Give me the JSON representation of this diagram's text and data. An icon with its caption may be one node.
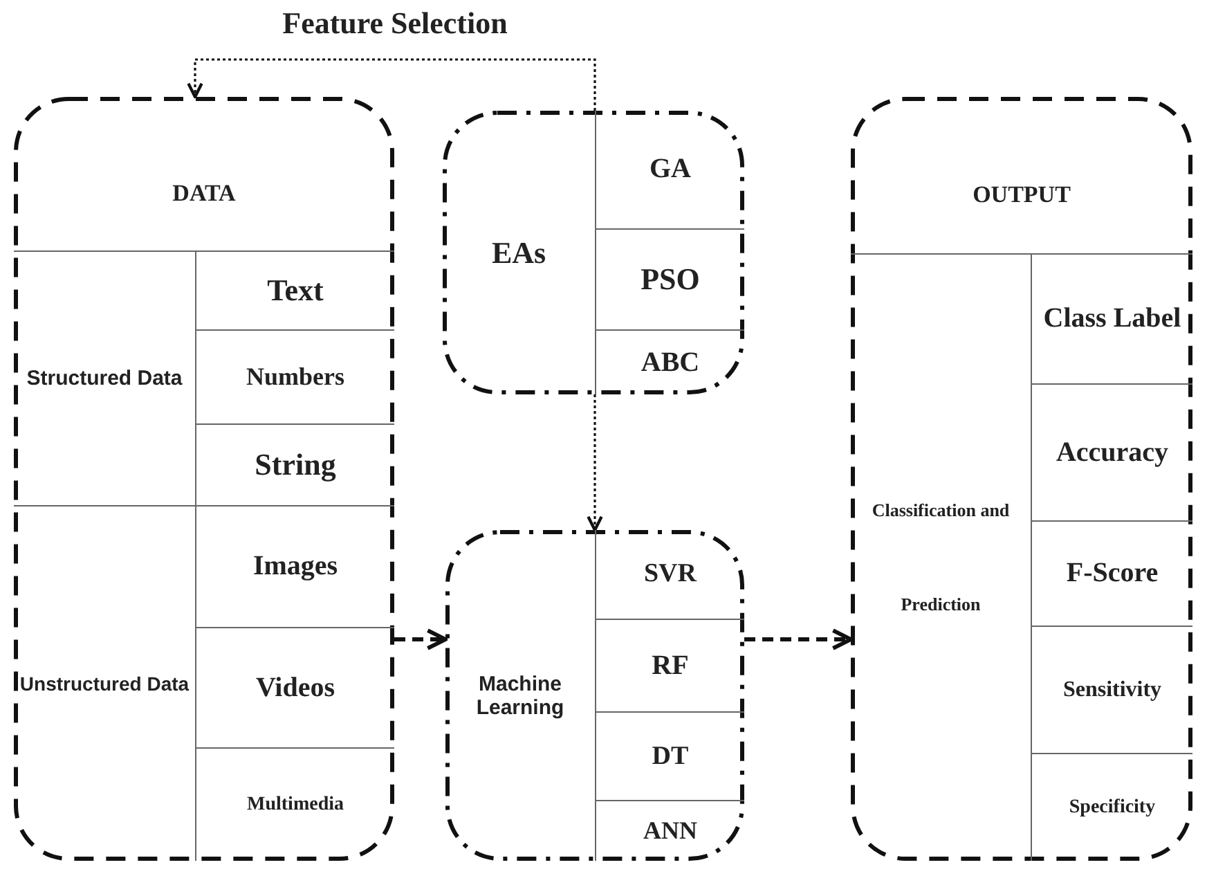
{
  "diagram": {
    "nodes": [
      {
        "text": [
          "DATA"
        ]
      },
      {
        "text": [
          "Structured Data"
        ],
        "in": 0
      },
      {
        "text": [
          "Text"
        ],
        "in": 0
      },
      {
        "text": [
          "Numbers"
        ],
        "in": 0
      },
      {
        "text": [
          "String"
        ],
        "in": 0
      },
      {
        "text": [
          "Unstructured Data"
        ],
        "in": 0
      },
      {
        "text": [
          "Images"
        ],
        "in": 0
      },
      {
        "text": [
          "Videos"
        ],
        "in": 0
      },
      {
        "text": [
          "Multimedia"
        ],
        "in": 0
      },
      {
        "text": [
          "EAs"
        ]
      },
      {
        "text": [
          "GA"
        ],
        "in": 9
      },
      {
        "text": [
          "PSO"
        ],
        "in": 9
      },
      {
        "text": [
          "ABC"
        ],
        "in": 9
      },
      {
        "text": [
          "Machine Learning"
        ]
      },
      {
        "text": [
          "SVR"
        ],
        "in": 13
      },
      {
        "text": [
          "RF"
        ],
        "in": 13
      },
      {
        "text": [
          "DT"
        ],
        "in": 13
      },
      {
        "text": [
          "ANN"
        ],
        "in": 13
      },
      {
        "text": [
          "OUTPUT"
        ]
      },
      {
        "text": [
          "Classification and Prediction"
        ],
        "in": 18
      },
      {
        "text": [
          "Class Label"
        ],
        "in": 18
      },
      {
        "text": [
          "Accuracy"
        ],
        "in": 18
      },
      {
        "text": [
          "F-Score"
        ],
        "in": 18
      },
      {
        "text": [
          "Sensitivity"
        ],
        "in": 18
      },
      {
        "text": [
          "Specificity"
        ],
        "in": 18
      }
    ],
    "edges": [
      {
        "from": 9,
        "to": 0,
        "arrow": "to",
        "label": "Feature Selection",
        "style": "dashed"
      },
      {
        "from": 9,
        "to": 13,
        "arrow": "to",
        "style": "dashed"
      },
      {
        "from": 0,
        "to": 13,
        "arrow": "to",
        "style": "dashed"
      },
      {
        "from": 13,
        "to": 18,
        "arrow": "to",
        "style": "dashed"
      }
    ]
  }
}
